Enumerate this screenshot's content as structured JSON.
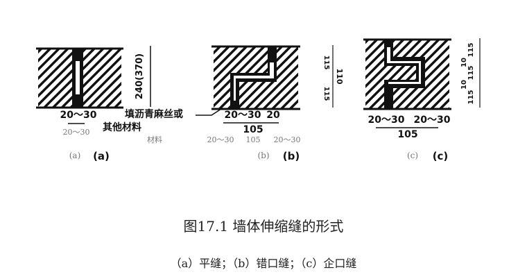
{
  "figure": {
    "a": {
      "width_label": "20～30",
      "height_label": "240(370)",
      "label": "(a)",
      "label_small": "(a)",
      "ghost_label": "20～30"
    },
    "callout": {
      "line1": "填沥青麻丝或",
      "line2": "其他材料",
      "ghost": "材料"
    },
    "b": {
      "width_label1": "20～30",
      "width_label2": "20",
      "overall": "105",
      "ghost1": "20～30",
      "ghost2": "20～30",
      "ghost3": "105",
      "dim_a": "115",
      "dim_b": "115",
      "dim_total": "110",
      "label": "(b)",
      "label_small": "(b)"
    },
    "c": {
      "width_label1": "20～30",
      "width_label2": "20～30",
      "overall": "105",
      "dim1": "115",
      "dim2": "10",
      "dim3": "115",
      "dim4": "10",
      "dim5": "115",
      "label": "(c)",
      "label_small": "(c)"
    }
  },
  "caption": "图17.1  墙体伸缩缝的形式",
  "subcaption": "（a）平缝；（b）错口缝；（c）企口缝"
}
